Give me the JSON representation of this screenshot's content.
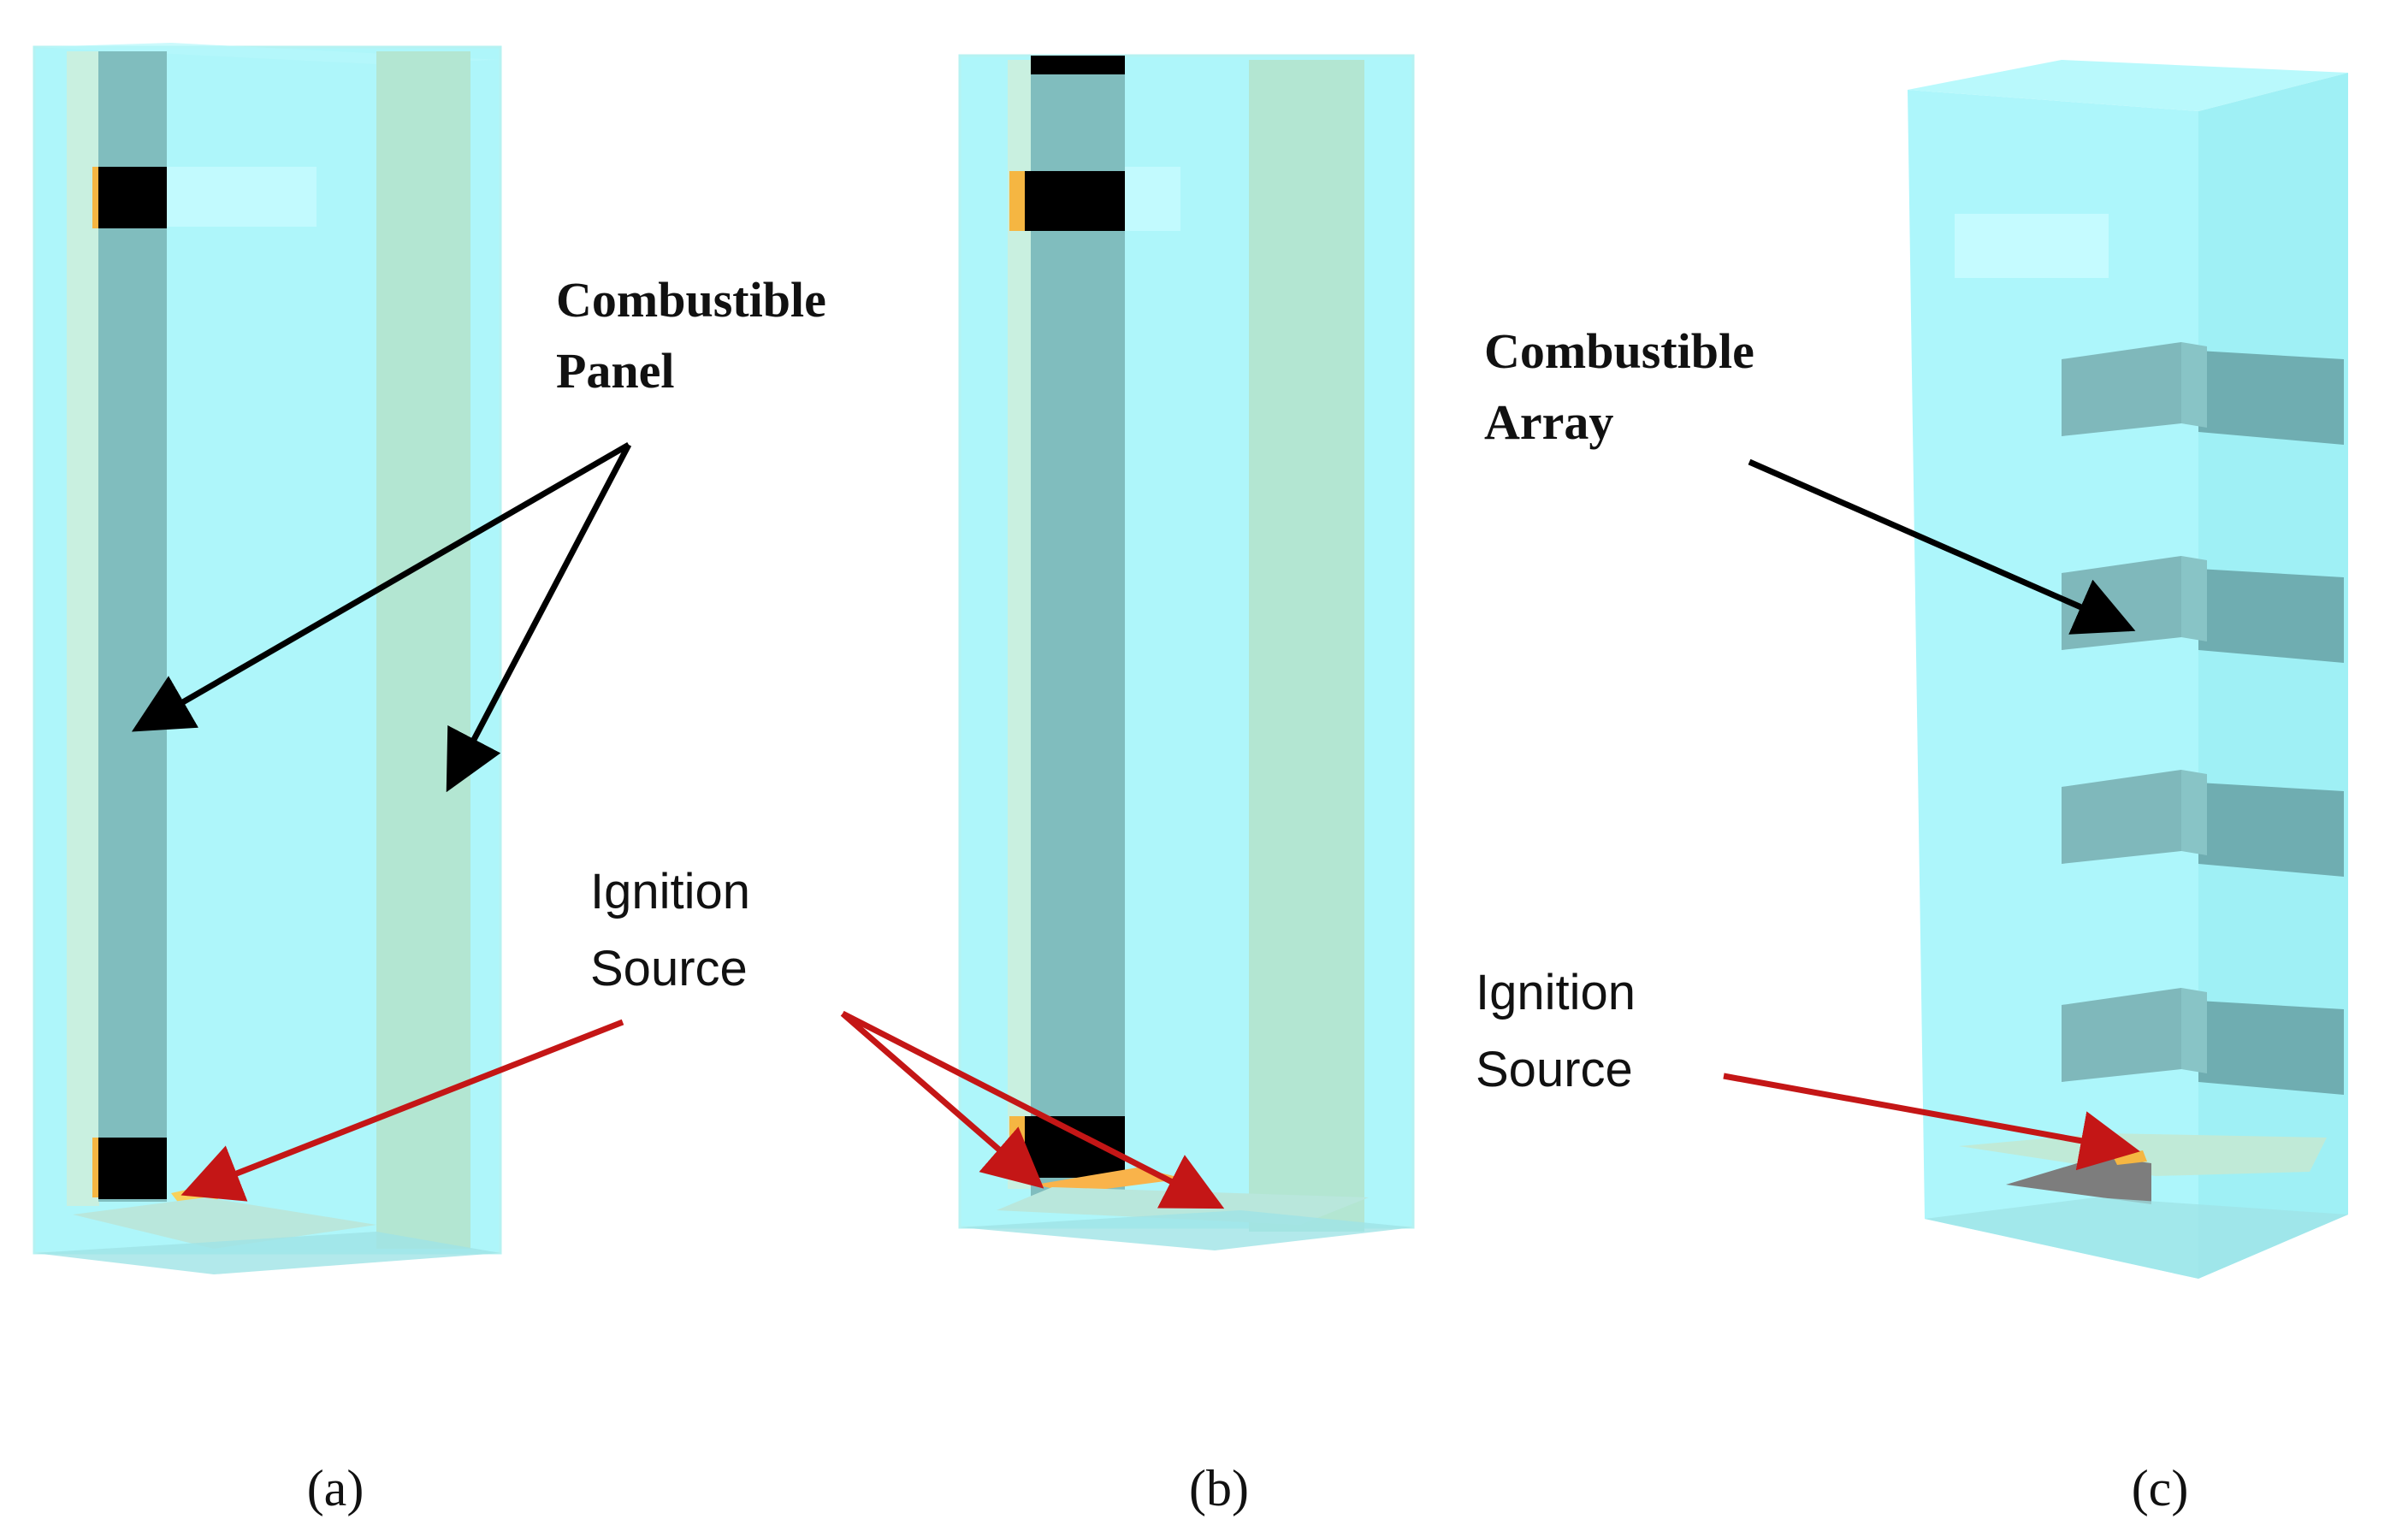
{
  "labels": {
    "combustible_panel_line1": "Combustible",
    "combustible_panel_line2": "Panel",
    "combustible_array_line1": "Combustible",
    "combustible_array_line2": "Array",
    "ignition_a_line1": "Ignition",
    "ignition_a_line2": "Source",
    "ignition_c_line1": "Ignition",
    "ignition_c_line2": "Source"
  },
  "captions": {
    "a": "(a)",
    "b": "(b)",
    "c": "(c)"
  },
  "colors": {
    "glass": "#aef6fa",
    "glass_side": "#9feef4",
    "panel_dark": "#80bdbe",
    "panel_light": "#b3e6d2",
    "burner_black": "#000000",
    "burner_orange": "#f5b642",
    "floor": "#b9e7dc",
    "black_arrow": "#000000",
    "red_arrow": "#c41616",
    "gray_patch": "#7d7d7d"
  }
}
